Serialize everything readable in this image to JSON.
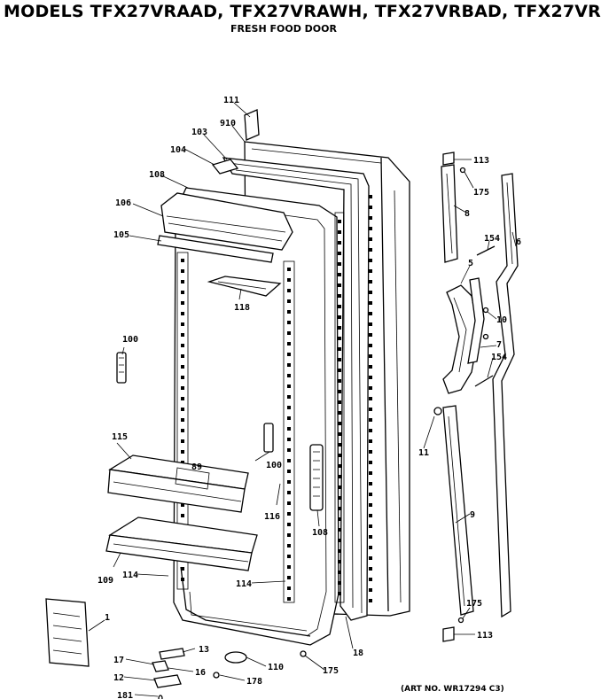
{
  "header": {
    "title": "MODELS TFX27VRAAD, TFX27VRAWH, TFX27VRBAD, TFX27VR",
    "subtitle": "FRESH FOOD DOOR"
  },
  "footer": {
    "art_no": "(ART NO. WR17294 C3)"
  },
  "callouts": [
    "111",
    "910",
    "103",
    "104",
    "108",
    "106",
    "105",
    "118",
    "100",
    "115",
    "89",
    "100",
    "116",
    "108",
    "109",
    "114",
    "114",
    "1",
    "13",
    "17",
    "16",
    "12",
    "181",
    "110",
    "178",
    "175",
    "18",
    "113",
    "175",
    "8",
    "154",
    "6",
    "5",
    "10",
    "7",
    "154",
    "11",
    "9",
    "175",
    "113"
  ]
}
